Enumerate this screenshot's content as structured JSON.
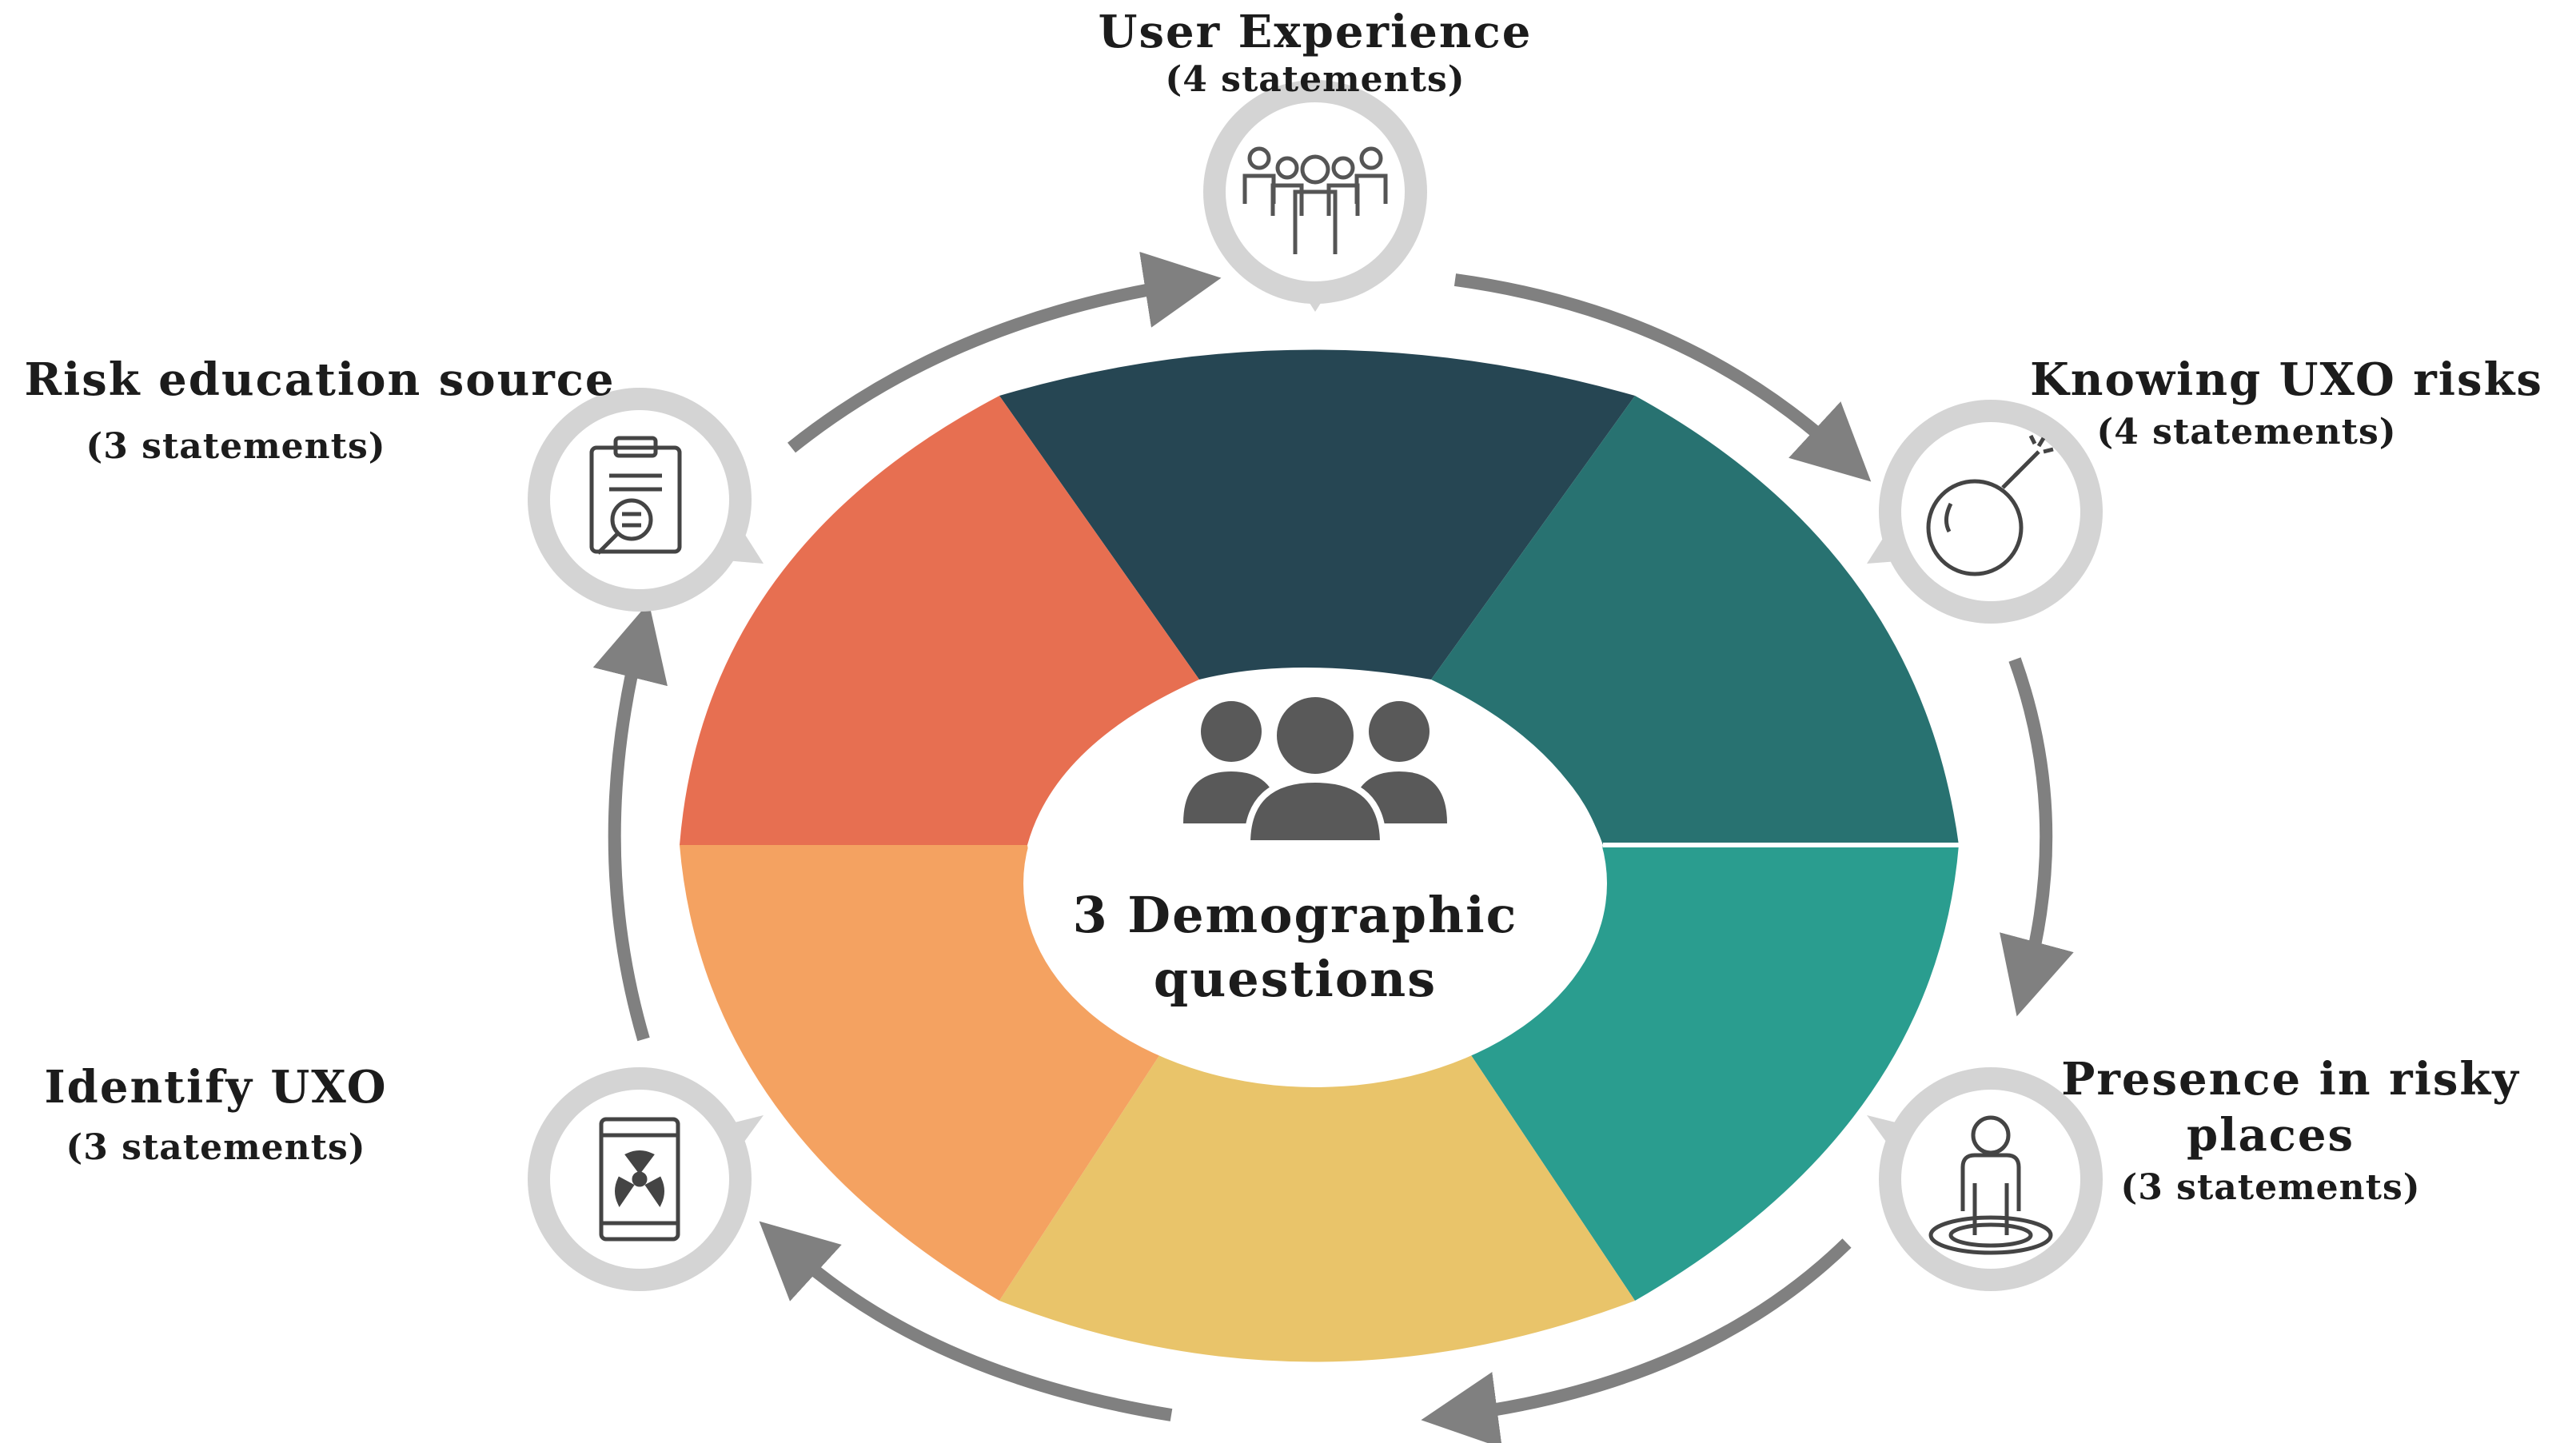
{
  "center": {
    "line1": "3 Demographic",
    "line2": "questions",
    "icon": "group-icon"
  },
  "sections": [
    {
      "title": "User Experience",
      "sub": "(4 statements)",
      "icon": "users-group-icon",
      "color": "#264653"
    },
    {
      "title": "Knowing UXO risks",
      "sub": "(4 statements)",
      "icon": "bomb-icon",
      "color": "#287271"
    },
    {
      "title": "Presence in risky",
      "title2": "places",
      "sub": "(3 statements)",
      "icon": "person-on-location-icon",
      "color": "#2a9d8f"
    },
    {
      "title": "Identify UXO",
      "sub": "(3 statements)",
      "icon": "radiation-barrel-icon",
      "color": "#f4a261"
    },
    {
      "title": "Risk education source",
      "sub": "(3 statements)",
      "icon": "document-search-icon",
      "color": "#e76f51"
    }
  ],
  "colors": {
    "dark_navy": "#264653",
    "dark_teal": "#287271",
    "teal": "#2a9d8f",
    "gold": "#e9c46a",
    "orange": "#f4a261",
    "coral": "#e76f51",
    "arrow": "#808080",
    "bubble": "#d4d4d4"
  }
}
